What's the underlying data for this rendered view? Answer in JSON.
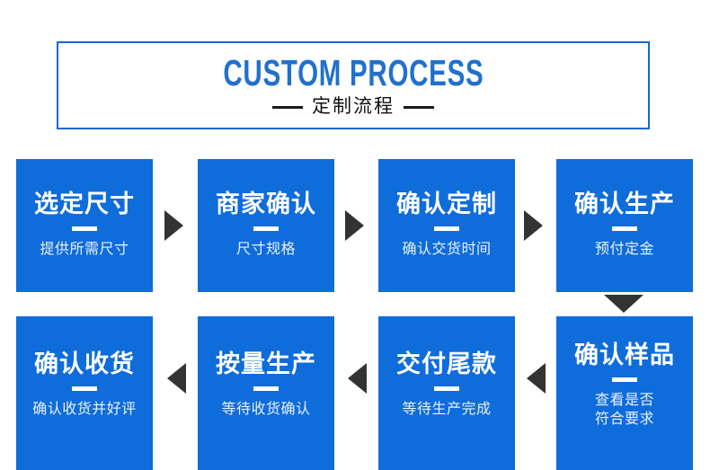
{
  "header": {
    "title_en": "CUSTOM PROCESS",
    "title_cn": "定制流程",
    "rule_left": "",
    "rule_right": "",
    "border_color": "#1268D6",
    "title_en_color": "#2170CE",
    "title_cn_color": "#111111"
  },
  "theme": {
    "box_blue": "#0F6CDB",
    "arrow_dark": "#333333",
    "title_white": "#FFFFFF",
    "subtitle_white": "#EAF1FB",
    "page_background": "#FFFFFF"
  },
  "flow": {
    "row1": [
      {
        "title": "选定尺寸",
        "subtitle": "提供所需尺寸"
      },
      {
        "title": "商家确认",
        "subtitle": "尺寸规格"
      },
      {
        "title": "确认定制",
        "subtitle": "确认交货时间"
      },
      {
        "title": "确认生产",
        "subtitle": "预付定金"
      }
    ],
    "row2": [
      {
        "title": "确认收货",
        "subtitle": "确认收货并好评"
      },
      {
        "title": "按量生产",
        "subtitle": "等待收货确认"
      },
      {
        "title": "交付尾款",
        "subtitle": "等待生产完成"
      },
      {
        "title": "确认样品",
        "subtitle": "查看是否\n符合要求"
      }
    ]
  },
  "arrows": {
    "row1_direction": "right",
    "row2_direction": "left",
    "connector_direction": "down"
  }
}
